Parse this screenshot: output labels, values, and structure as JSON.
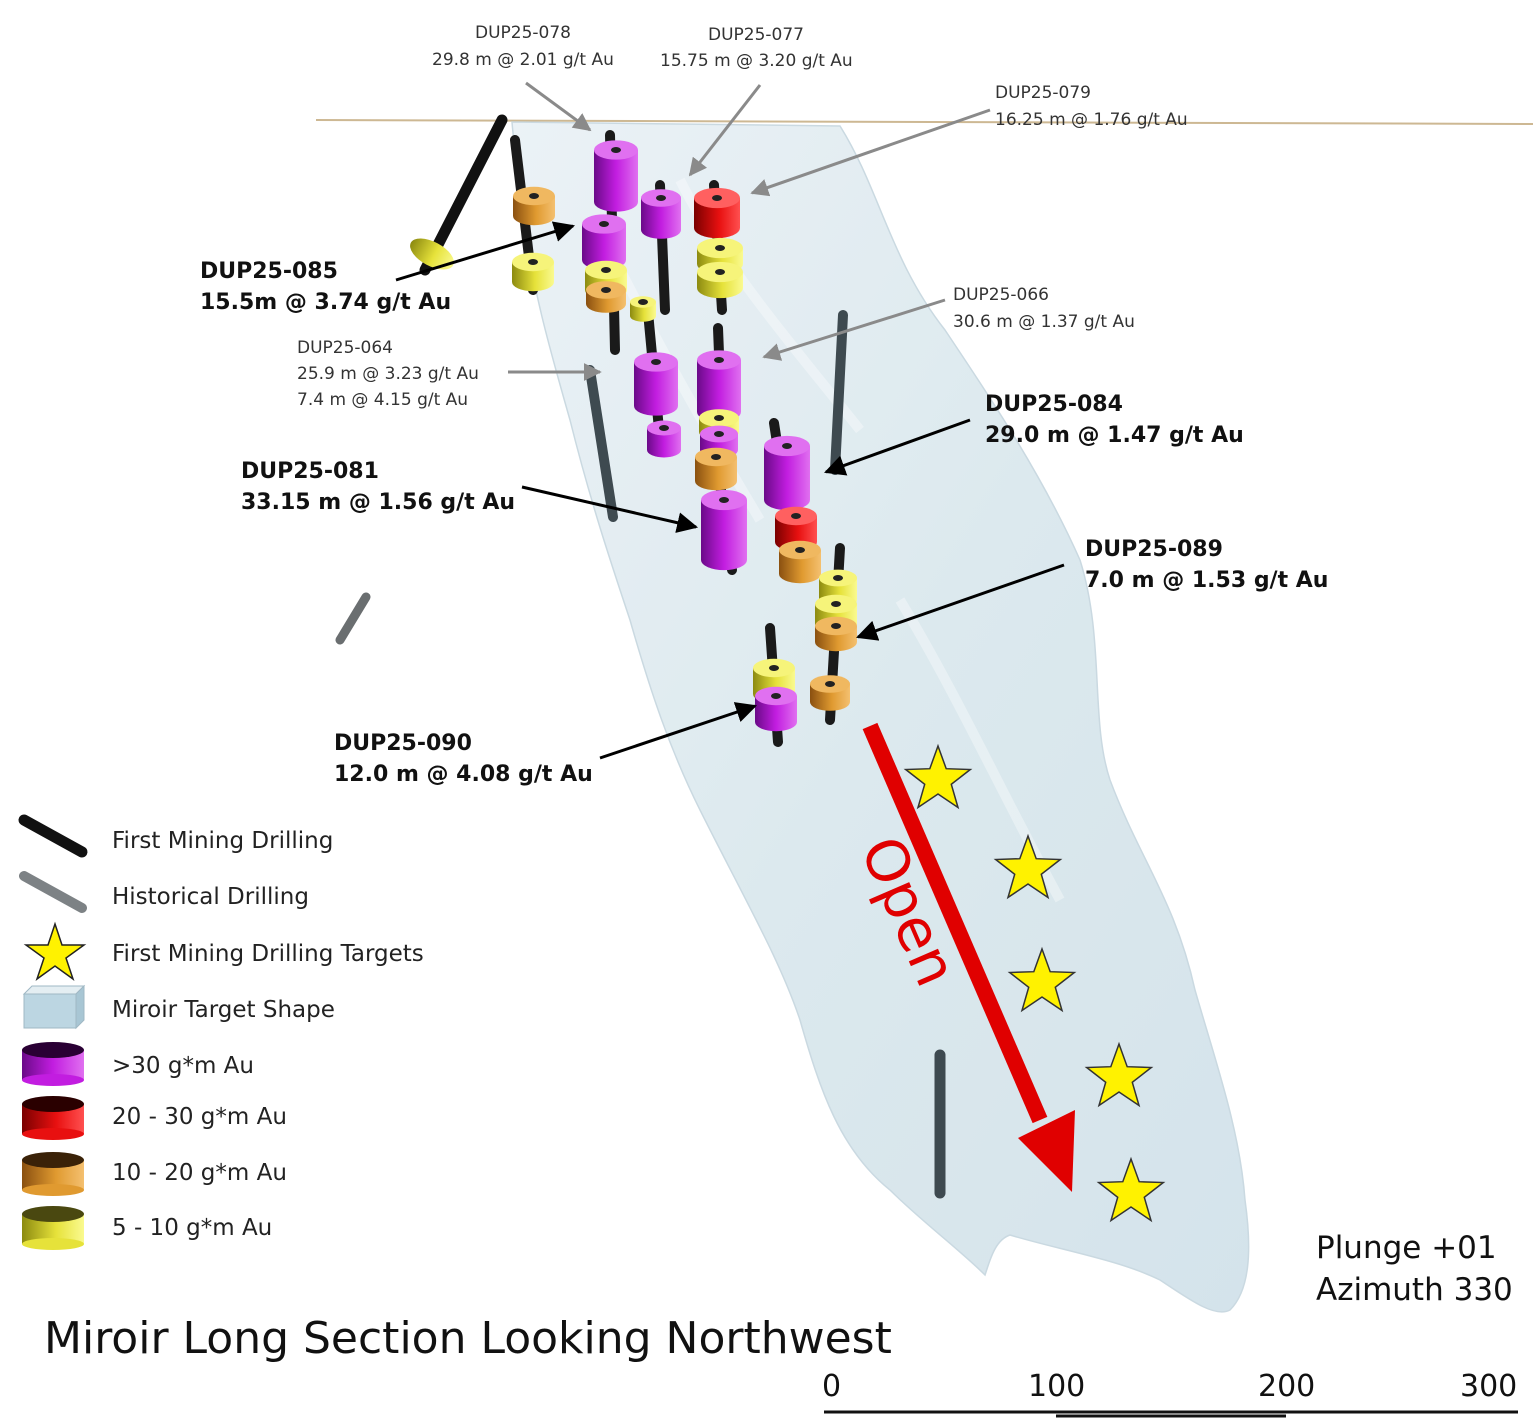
{
  "title": "Miroir Long Section Looking Northwest",
  "view": {
    "plunge": "Plunge +01",
    "azimuth": "Azimuth 330"
  },
  "open_label": "Open",
  "scale_bar": {
    "ticks": [
      "0",
      "100",
      "200",
      "300"
    ]
  },
  "callouts": {
    "dup078": {
      "hole": "DUP25-078",
      "interval": "29.8 m @ 2.01 g/t Au"
    },
    "dup077": {
      "hole": "DUP25-077",
      "interval": "15.75 m @ 3.20 g/t Au"
    },
    "dup079": {
      "hole": "DUP25-079",
      "interval": "16.25 m @ 1.76 g/t Au"
    },
    "dup085": {
      "hole": "DUP25-085",
      "interval": "15.5m @ 3.74 g/t Au"
    },
    "dup066": {
      "hole": "DUP25-066",
      "interval": "30.6 m @ 1.37 g/t Au"
    },
    "dup064": {
      "hole": "DUP25-064",
      "interval": "25.9 m @ 3.23 g/t Au",
      "interval2": "7.4 m @ 4.15 g/t Au"
    },
    "dup084": {
      "hole": "DUP25-084",
      "interval": "29.0 m @ 1.47 g/t Au"
    },
    "dup081": {
      "hole": "DUP25-081",
      "interval": "33.15 m @ 1.56 g/t Au"
    },
    "dup089": {
      "hole": "DUP25-089",
      "interval": "7.0 m @ 1.53 g/t Au"
    },
    "dup090": {
      "hole": "DUP25-090",
      "interval": "12.0 m @ 4.08 g/t Au"
    }
  },
  "legend": {
    "first_mining": "First Mining Drilling",
    "historical": "Historical Drilling",
    "targets": "First Mining Drilling Targets",
    "target_shape": "Miroir Target Shape",
    "g30": ">30 g*m Au",
    "g20": "20 - 30 g*m Au",
    "g10": "10 - 20 g*m Au",
    "g5": "5 - 10 g*m Au"
  },
  "colors": {
    "purple": "#b318d6",
    "red": "#e01010",
    "orange": "#d8902a",
    "yellow": "#e8e23a",
    "shape": "#dde9ef",
    "arrow": "#e00000",
    "star": "#fff200"
  }
}
